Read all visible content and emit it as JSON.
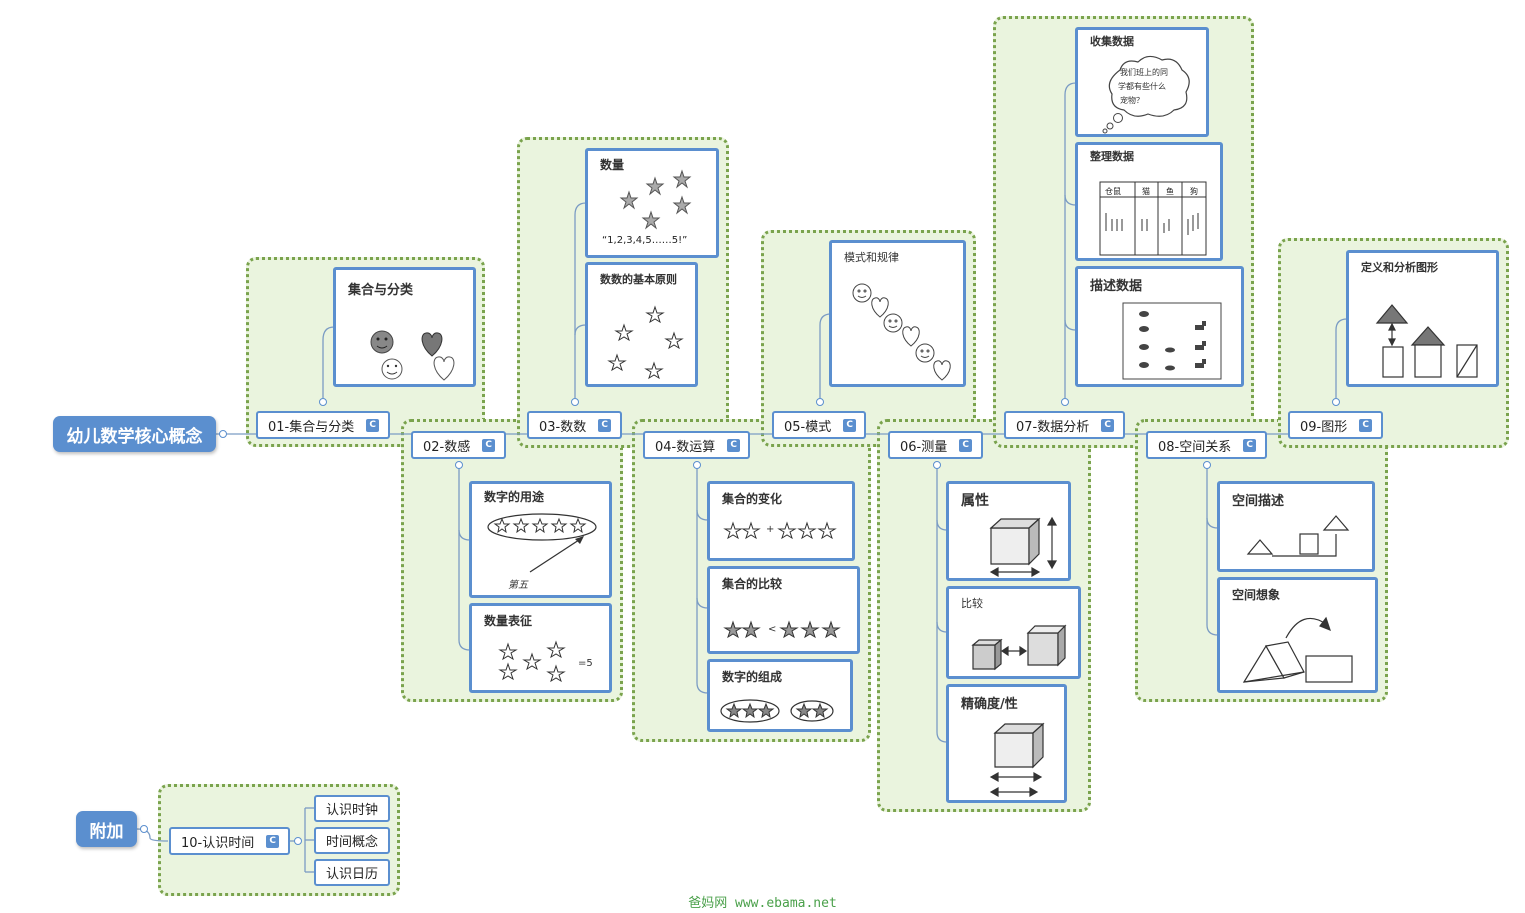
{
  "root": {
    "label": "幼儿数学核心概念"
  },
  "extra": {
    "label": "附加"
  },
  "concepts": [
    {
      "label": "01-集合与分类",
      "c": "C"
    },
    {
      "label": "02-数感",
      "c": "C"
    },
    {
      "label": "03-数数",
      "c": "C"
    },
    {
      "label": "04-数运算",
      "c": "C"
    },
    {
      "label": "05-模式",
      "c": "C"
    },
    {
      "label": "06-测量",
      "c": "C"
    },
    {
      "label": "07-数据分析",
      "c": "C"
    },
    {
      "label": "08-空间关系",
      "c": "C"
    },
    {
      "label": "09-图形",
      "c": "C"
    },
    {
      "label": "10-认识时间",
      "c": "C"
    }
  ],
  "cards": {
    "set_classify": {
      "title": "集合与分类"
    },
    "number_use": {
      "title": "数字的用途",
      "label": "第五"
    },
    "number_rep": {
      "title": "数量表征",
      "label": "=5"
    },
    "quantity": {
      "title": "数量",
      "quote": "“1,2,3,4,5……5!”"
    },
    "counting_rules": {
      "title": "数数的基本原则"
    },
    "set_change": {
      "title": "集合的变化",
      "plus": "+"
    },
    "set_compare": {
      "title": "集合的比较",
      "lt": "<"
    },
    "composition": {
      "title": "数字的组成"
    },
    "pattern": {
      "title": "模式和规律"
    },
    "attribute": {
      "title": "属性"
    },
    "compare": {
      "title": "比较"
    },
    "precision": {
      "title": "精确度/性"
    },
    "collect": {
      "title": "收集数据",
      "bubble": [
        "我们班上的同",
        "学都有些什么",
        "宠物？"
      ]
    },
    "organize": {
      "title": "整理数据",
      "headers": [
        "仓鼠",
        "猫",
        "鱼",
        "狗"
      ]
    },
    "describe": {
      "title": "描述数据"
    },
    "space_desc": {
      "title": "空间描述"
    },
    "space_imag": {
      "title": "空间想象"
    },
    "shape_def": {
      "title": "定义和分析图形"
    }
  },
  "time_items": [
    "认识时钟",
    "时间概念",
    "认识日历"
  ],
  "watermark": "爸妈网 www.ebama.net"
}
